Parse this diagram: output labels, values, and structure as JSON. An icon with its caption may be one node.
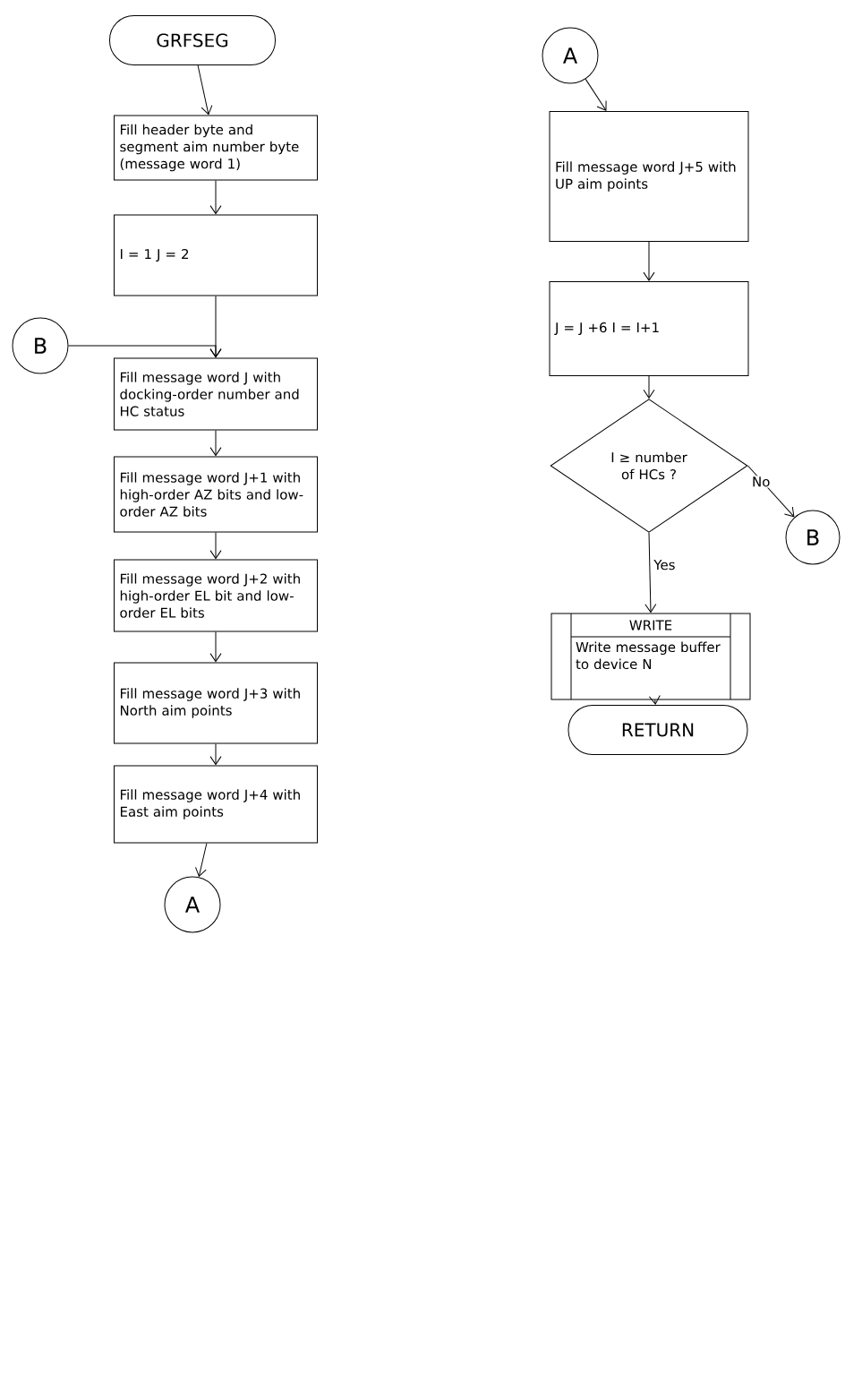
{
  "diagram": {
    "nodes": [
      {
        "text": [
          "GRFSEG"
        ]
      },
      {
        "text": [
          "Fill header byte and segment aim number byte (message word 1)"
        ]
      },
      {
        "text": [
          "I = 1 J = 2"
        ]
      },
      {
        "text": [
          "B"
        ]
      },
      {
        "text": [
          "Fill message word J with docking-order number and HC status"
        ]
      },
      {
        "text": [
          "Fill message word J+1 with high-order AZ bits and low-order AZ bits"
        ]
      },
      {
        "text": [
          "Fill message word J+2 with high-order EL bit and low-order EL bits"
        ]
      },
      {
        "text": [
          "Fill message word J+3 with North aim points"
        ]
      },
      {
        "text": [
          "Fill message word J+4 with East aim points"
        ]
      },
      {
        "text": [
          "A"
        ]
      },
      {
        "text": [
          "A"
        ]
      },
      {
        "text": [
          "Fill message word J+5 with UP aim points"
        ]
      },
      {
        "text": [
          "J = J +6 I = I+1"
        ]
      },
      {
        "text": [
          "I ≥ number of HCs ?"
        ]
      },
      {
        "text": [
          "WRITE",
          "Write message buffer to device N"
        ]
      },
      {
        "text": [
          "RETURN"
        ]
      },
      {
        "text": [
          "B"
        ]
      }
    ],
    "edges": [
      {
        "from": 0,
        "to": 1,
        "arrow": "to"
      },
      {
        "from": 1,
        "to": 2,
        "arrow": "to"
      },
      {
        "from": 2,
        "to": 4,
        "arrow": "to"
      },
      {
        "from": 3,
        "to": 4,
        "arrow": "to"
      },
      {
        "from": 4,
        "to": 5,
        "arrow": "to"
      },
      {
        "from": 5,
        "to": 6,
        "arrow": "to"
      },
      {
        "from": 6,
        "to": 7,
        "arrow": "to"
      },
      {
        "from": 7,
        "to": 8,
        "arrow": "to"
      },
      {
        "from": 8,
        "to": 9,
        "arrow": "to"
      },
      {
        "from": 10,
        "to": 11,
        "arrow": "to"
      },
      {
        "from": 11,
        "to": 12,
        "arrow": "to"
      },
      {
        "from": 12,
        "to": 13,
        "arrow": "to"
      },
      {
        "from": 13,
        "to": 16,
        "arrow": "to",
        "label": "No"
      },
      {
        "from": 13,
        "to": 14,
        "arrow": "to",
        "label": "Yes"
      },
      {
        "from": 14,
        "to": 15,
        "arrow": "to"
      }
    ]
  }
}
